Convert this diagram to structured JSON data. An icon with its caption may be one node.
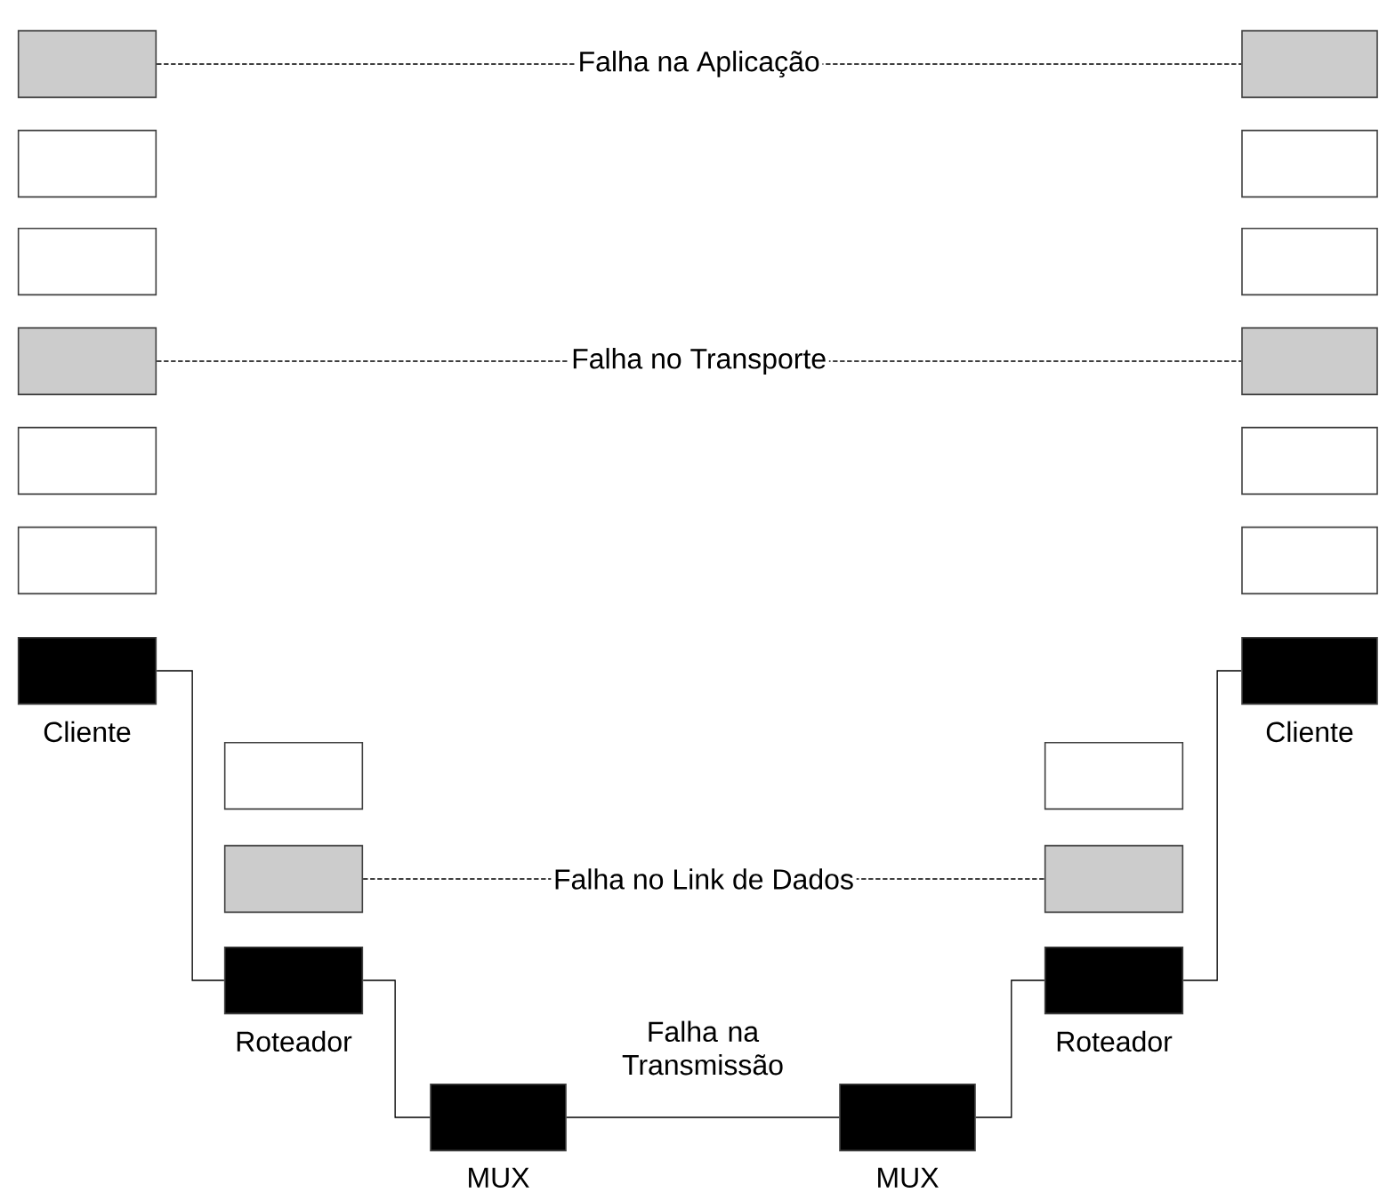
{
  "diagram": {
    "nodes": [
      {
        "text": [],
        "shape": "box"
      },
      {
        "text": [],
        "shape": "box"
      },
      {
        "text": [],
        "shape": "box"
      },
      {
        "text": [],
        "shape": "box"
      },
      {
        "text": [],
        "shape": "box"
      },
      {
        "text": [],
        "shape": "box"
      },
      {
        "text": [],
        "shape": "box",
        "beside": [
          "Cliente"
        ]
      },
      {
        "text": [],
        "shape": "box"
      },
      {
        "text": [],
        "shape": "box"
      },
      {
        "text": [],
        "shape": "box"
      },
      {
        "text": [],
        "shape": "box"
      },
      {
        "text": [],
        "shape": "box"
      },
      {
        "text": [],
        "shape": "box"
      },
      {
        "text": [],
        "shape": "box",
        "beside": [
          "Cliente"
        ]
      },
      {
        "text": [],
        "shape": "box"
      },
      {
        "text": [],
        "shape": "box"
      },
      {
        "text": [],
        "shape": "box"
      },
      {
        "text": [],
        "shape": "box"
      },
      {
        "text": [],
        "shape": "box",
        "beside": [
          "Roteador"
        ]
      },
      {
        "text": [],
        "shape": "box",
        "beside": [
          "Roteador"
        ]
      },
      {
        "text": [],
        "shape": "box",
        "beside": [
          "MUX"
        ]
      },
      {
        "text": [],
        "shape": "box",
        "beside": [
          "MUX"
        ]
      }
    ],
    "edges": [
      {
        "from": 0,
        "to": 7,
        "arrow": "none",
        "style": "dashed",
        "label": "Falha na Aplicação"
      },
      {
        "from": 3,
        "to": 10,
        "arrow": "none",
        "style": "dashed",
        "label": "Falha no Transporte"
      },
      {
        "from": 15,
        "to": 17,
        "arrow": "none",
        "style": "dashed",
        "label": "Falha no Link de Dados"
      },
      {
        "from": 6,
        "to": 18,
        "arrow": "none"
      },
      {
        "from": 18,
        "to": 20,
        "arrow": "none"
      },
      {
        "from": 20,
        "to": 21,
        "arrow": "none",
        "label": "Falha na Transmissão"
      },
      {
        "from": 21,
        "to": 19,
        "arrow": "none"
      },
      {
        "from": 19,
        "to": 13,
        "arrow": "none"
      }
    ]
  }
}
